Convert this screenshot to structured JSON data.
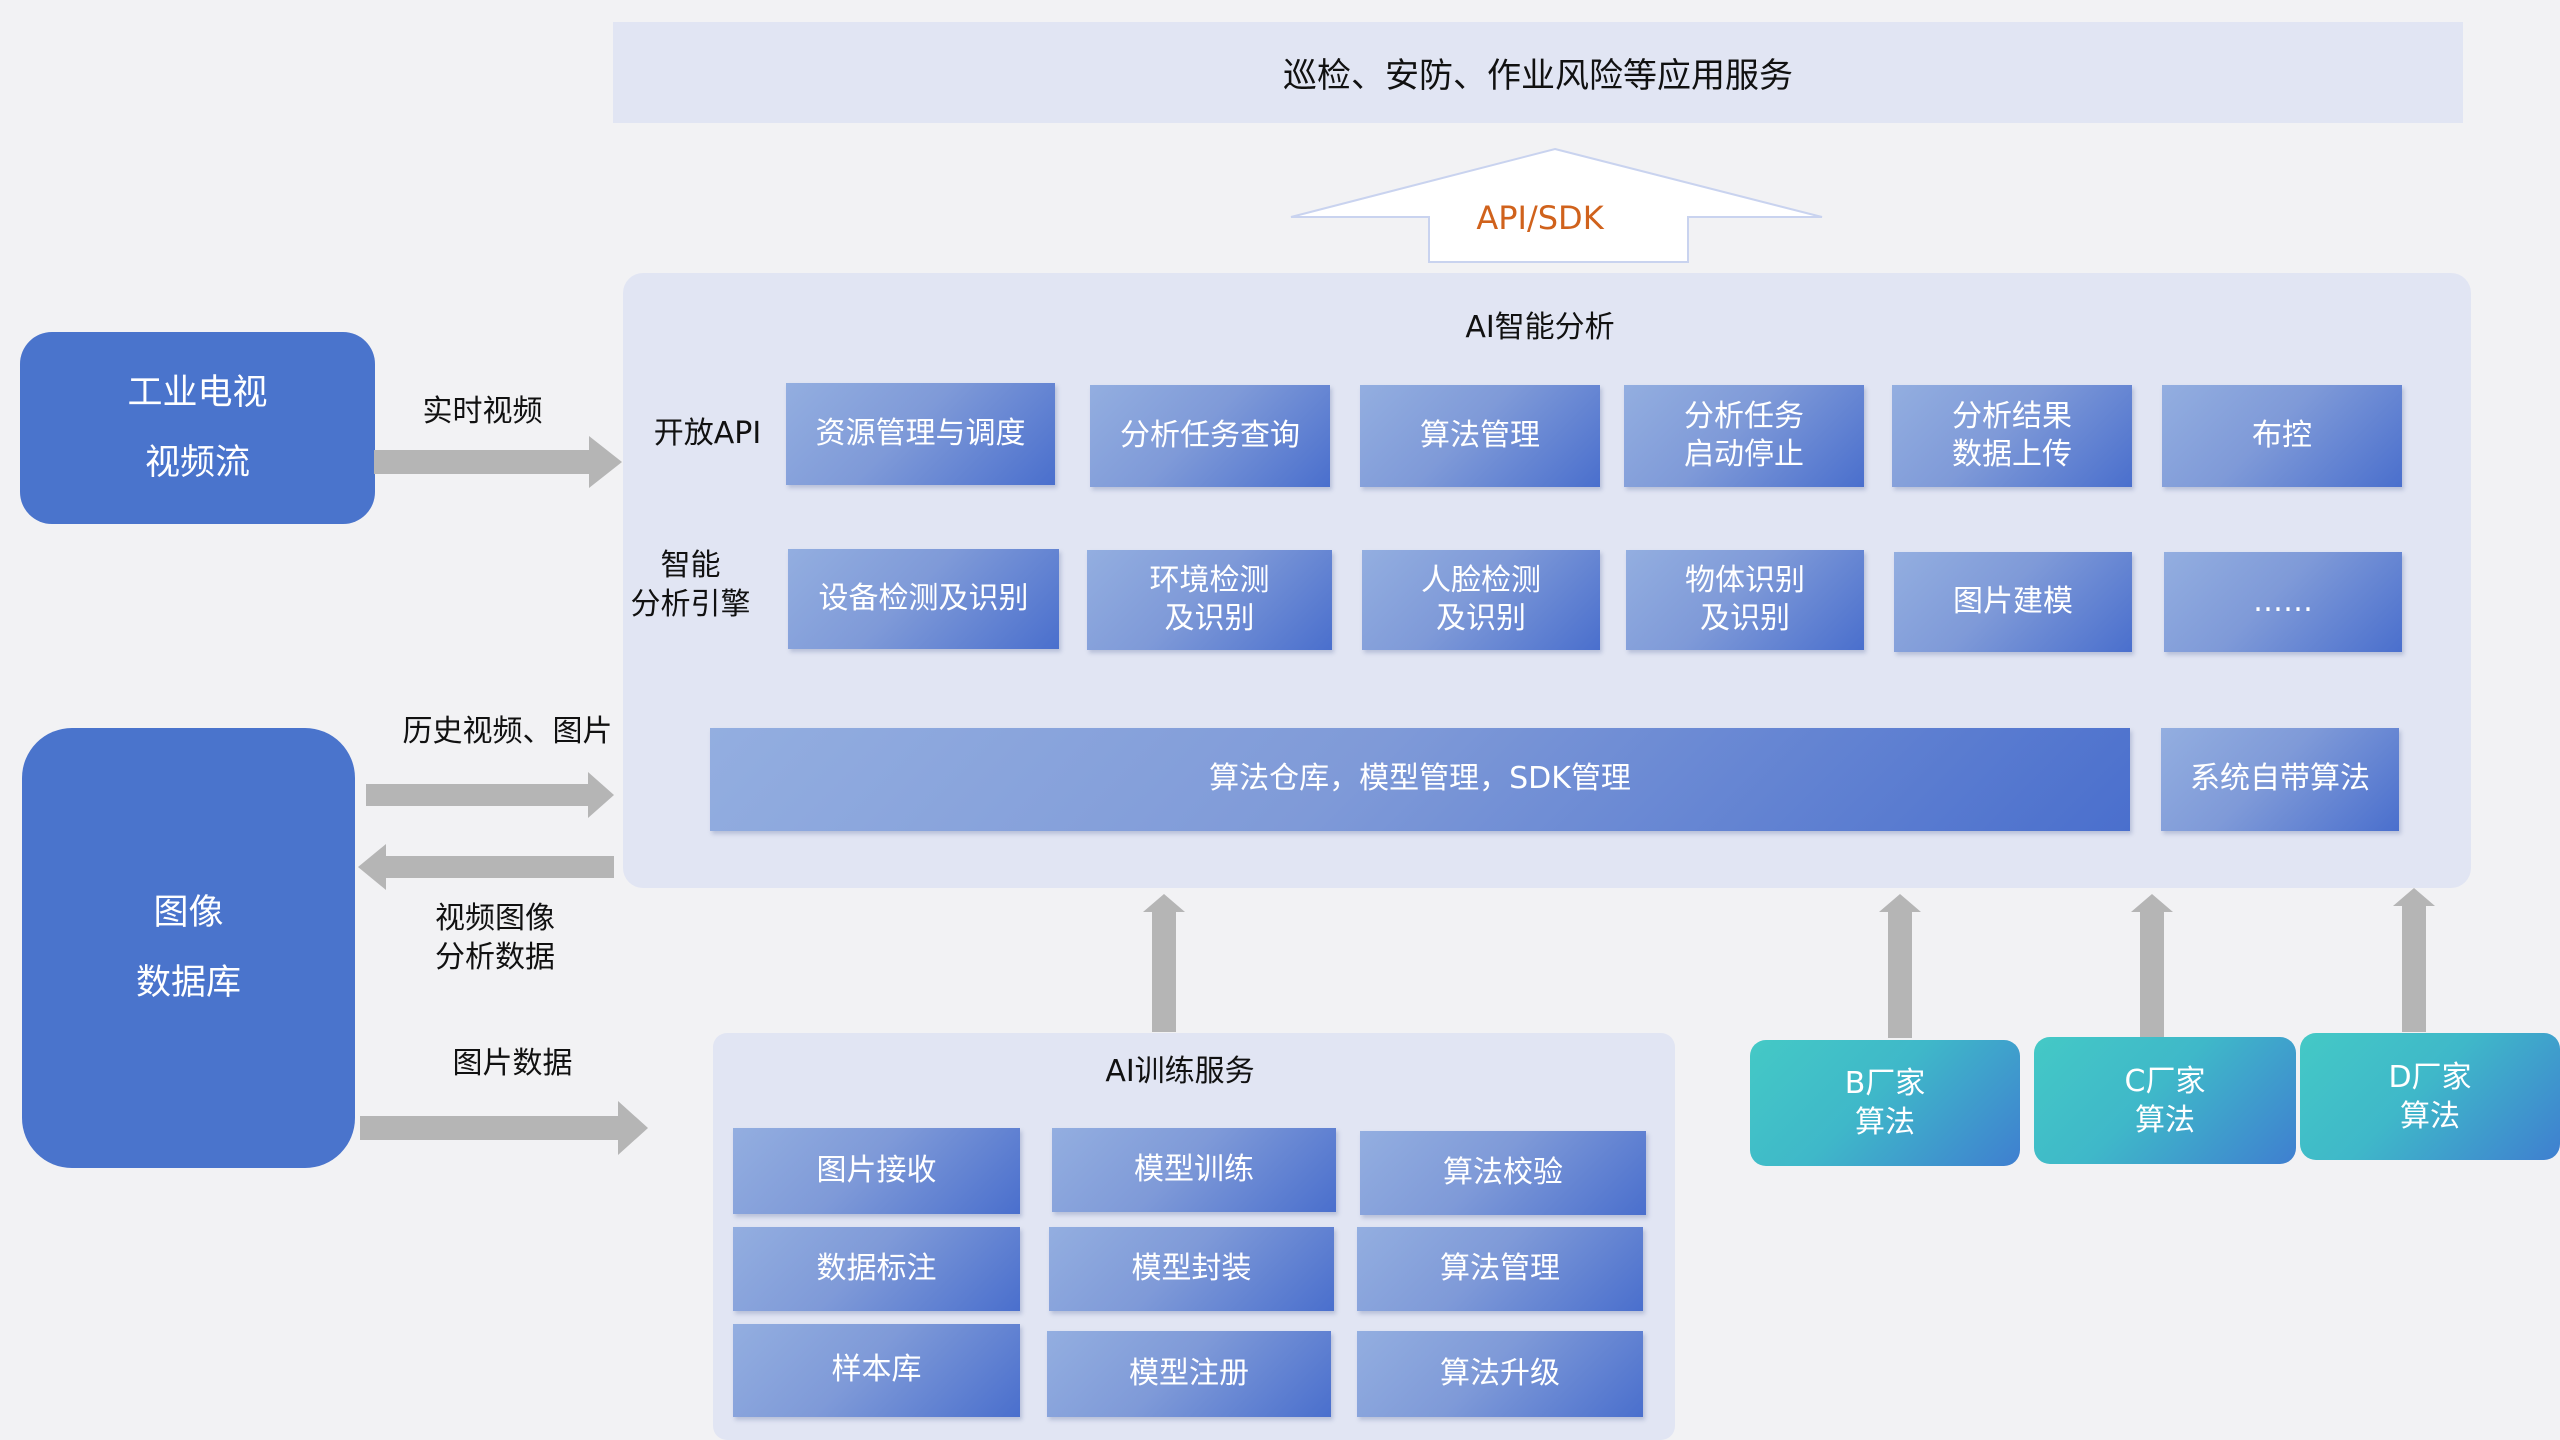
{
  "top_service": "巡检、安防、作业风险等应用服务",
  "api_sdk": "API/SDK",
  "left_blocks": {
    "video_stream": "工业电视\n视频流",
    "image_db": "图像\n数据库"
  },
  "flow_labels": {
    "realtime_video": "实时视频",
    "history": "历史视频、图片",
    "analysis_data": "视频图像\n分析数据",
    "image_data": "图片数据"
  },
  "ai_analysis": {
    "title": "AI智能分析",
    "open_api_label": "开放API",
    "engine_label": "智能\n分析引擎",
    "api_items": [
      "资源管理与调度",
      "分析任务查询",
      "算法管理",
      "分析任务\n启动停止",
      "分析结果\n数据上传",
      "布控"
    ],
    "engine_items": [
      "设备检测及识别",
      "环境检测\n及识别",
      "人脸检测\n及识别",
      "物体识别\n及识别",
      "图片建模",
      "……"
    ],
    "warehouse": "算法仓库，模型管理，SDK管理",
    "builtin": "系统自带算法"
  },
  "ai_training": {
    "title": "AI训练服务",
    "items": [
      "图片接收",
      "模型训练",
      "算法校验",
      "数据标注",
      "模型封装",
      "算法管理",
      "样本库",
      "模型注册",
      "算法升级"
    ]
  },
  "vendors": [
    "B厂家\n算法",
    "C厂家\n算法",
    "D厂家\n算法"
  ]
}
